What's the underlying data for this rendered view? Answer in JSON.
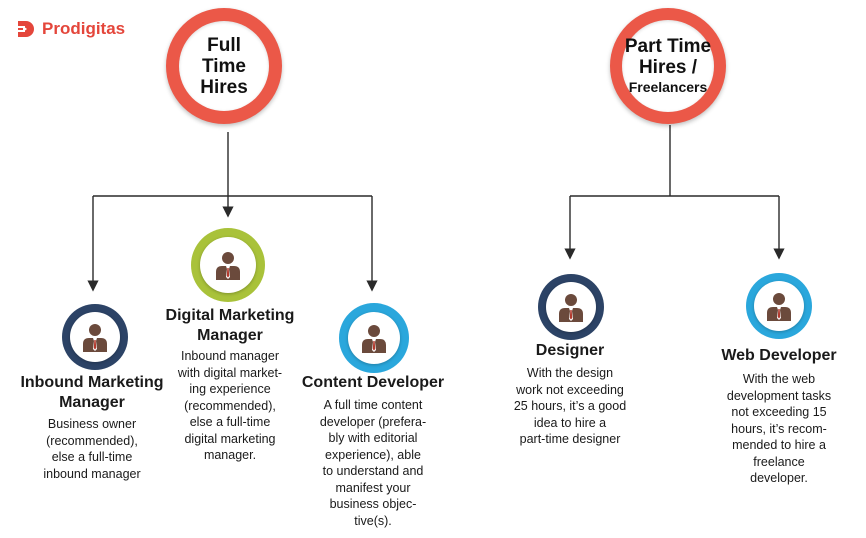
{
  "brand": {
    "name": "Prodigitas",
    "color": "#e4463b"
  },
  "colors": {
    "main_circle": "#eb5848",
    "inbound_ring": "#2c4366",
    "digital_ring": "#a9c23a",
    "content_ring": "#2aa7dc",
    "designer_ring": "#2c4366",
    "webdev_ring": "#2aa7dc",
    "person_icon": "#6b4a3c"
  },
  "full_time": {
    "title": "Full Time Hires",
    "roles": {
      "inbound": {
        "title": "Inbound Marketing\nManager",
        "desc": "Business owner\n(recommended),\nelse a full-time\ninbound manager"
      },
      "digital": {
        "title": "Digital Marketing\nManager",
        "desc": "Inbound manager\nwith digital market-\ning experience\n(recommended),\nelse a full-time\ndigital marketing\nmanager."
      },
      "content": {
        "title": "Content Developer",
        "desc": "A full time content\ndeveloper (prefera-\nbly with editorial\nexperience), able\nto understand and\nmanifest your\nbusiness objec-\ntive(s)."
      }
    }
  },
  "part_time": {
    "title_line1": "Part Time",
    "title_line2": "Hires /",
    "title_line3": "Freelancers",
    "roles": {
      "designer": {
        "title": "Designer",
        "desc": "With the design\nwork not exceeding\n25 hours, it’s a good\nidea to hire a\npart-time designer"
      },
      "webdev": {
        "title": "Web Developer",
        "desc": "With the web\ndevelopment tasks\nnot exceeding 15\nhours, it’s recom-\nmended to hire a\nfreelance\ndeveloper."
      }
    }
  }
}
